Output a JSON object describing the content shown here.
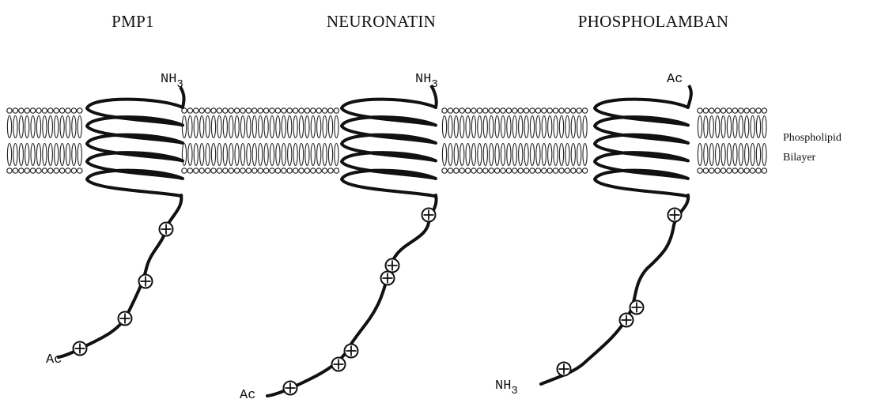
{
  "proteins": [
    {
      "name": "PMP1",
      "top_terminus": "NH",
      "top_subscript": "3",
      "bottom_terminus": "Ac",
      "bottom_subscript": "",
      "charges": [
        "+",
        "+",
        "+",
        "+"
      ]
    },
    {
      "name": "NEURONATIN",
      "top_terminus": "NH",
      "top_subscript": "3",
      "bottom_terminus": "Ac",
      "bottom_subscript": "",
      "charges": [
        "+",
        "+",
        "+",
        "+",
        "+"
      ]
    },
    {
      "name": "PHOSPHOLAMBAN",
      "top_terminus": "Ac",
      "top_subscript": "",
      "bottom_terminus": "NH",
      "bottom_subscript": "3",
      "charges": [
        "+",
        "+",
        "+",
        "+"
      ]
    }
  ],
  "membrane_label": {
    "line1": "Phospholipid",
    "line2": "Bilayer"
  },
  "colors": {
    "ink": "#111111",
    "background": "#ffffff"
  }
}
